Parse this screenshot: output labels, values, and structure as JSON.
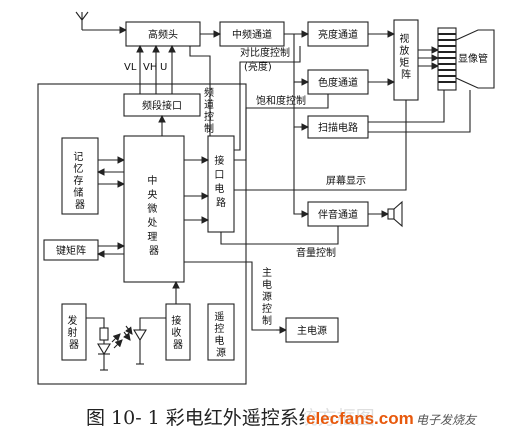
{
  "blocks": {
    "tuner": "高频头",
    "if_channel": "中频通道",
    "luma_channel": "亮度通道",
    "chroma_channel": "色度通道",
    "video_matrix": "视放矩阵",
    "crt": "显像管",
    "band_interface": "频段接口",
    "memory": "记忆存储器",
    "cpu": "中央微处理器",
    "interface_circuit": "接口电路",
    "scan_circuit": "扫描电路",
    "audio_channel": "伴音通道",
    "keyboard_matrix": "键矩阵",
    "transmitter": "发射器",
    "receiver": "接收器",
    "remote_power": "遥控电源",
    "main_power": "主电源"
  },
  "labels": {
    "vl": "VL",
    "vh": "VH",
    "u": "U",
    "contrast_control": "对比度控制",
    "brightness": "(亮度)",
    "band_control": "频道控制",
    "saturation_control": "饱和度控制",
    "screen_display": "屏幕显示",
    "volume_control": "音量控制",
    "main_power_control": "主电源控制"
  },
  "caption": {
    "text": "图 10- 1  彩电红外遥控系统方框图"
  },
  "watermark": {
    "site": "elecfans.com",
    "brand": "电子发烧友"
  }
}
